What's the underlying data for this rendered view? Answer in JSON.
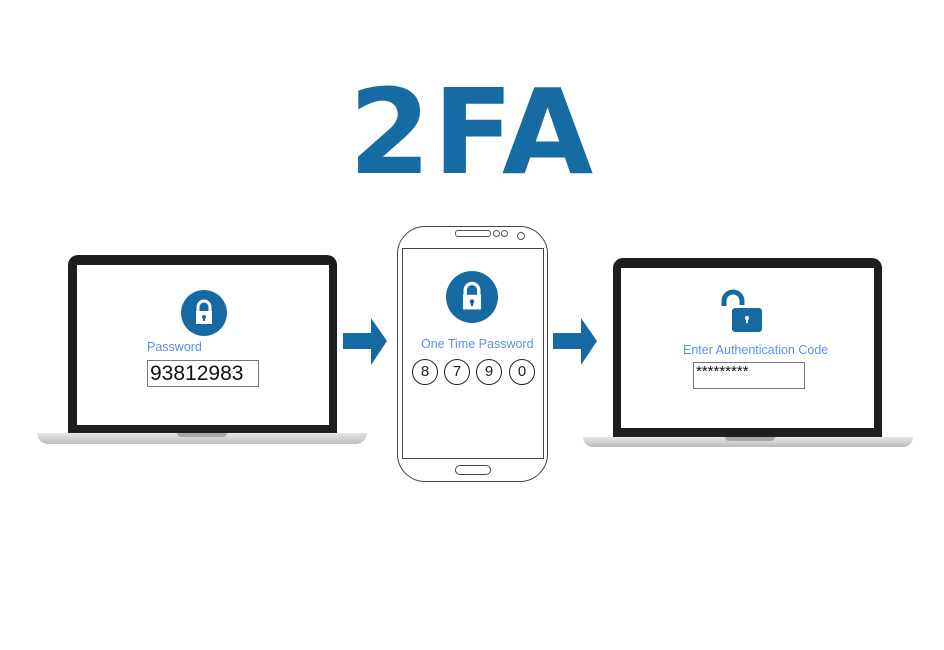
{
  "title": "2FA",
  "step1": {
    "label": "Password",
    "input_value": "93812983",
    "icon": "lock-icon"
  },
  "step2": {
    "label": "One Time Password",
    "digits": [
      "8",
      "7",
      "9",
      "0"
    ],
    "icon": "lock-icon"
  },
  "step3": {
    "label": "Enter Authentication Code",
    "input_value": "*********",
    "icon": "unlocked-lock-icon"
  },
  "colors": {
    "brand": "#176ba3",
    "label": "#5b8ee6"
  }
}
